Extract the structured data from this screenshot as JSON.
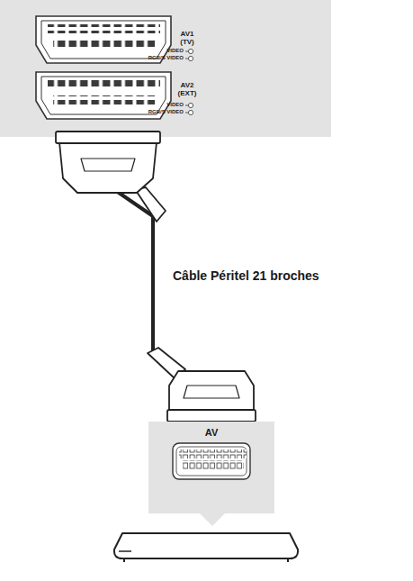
{
  "diagram": {
    "nodes": [
      {
        "text": [
          "AV1 (TV)",
          "VIDEO",
          "RGB/S VIDEO"
        ]
      },
      {
        "text": [
          "AV2 (EXT)",
          "VIDEO",
          "RGB/S VIDEO"
        ]
      },
      {
        "text": [
          "AV"
        ]
      }
    ],
    "edges": [
      {
        "from": 1,
        "to": 2,
        "arrow": "none",
        "label": "Câble Péritel 21 broches"
      }
    ]
  }
}
